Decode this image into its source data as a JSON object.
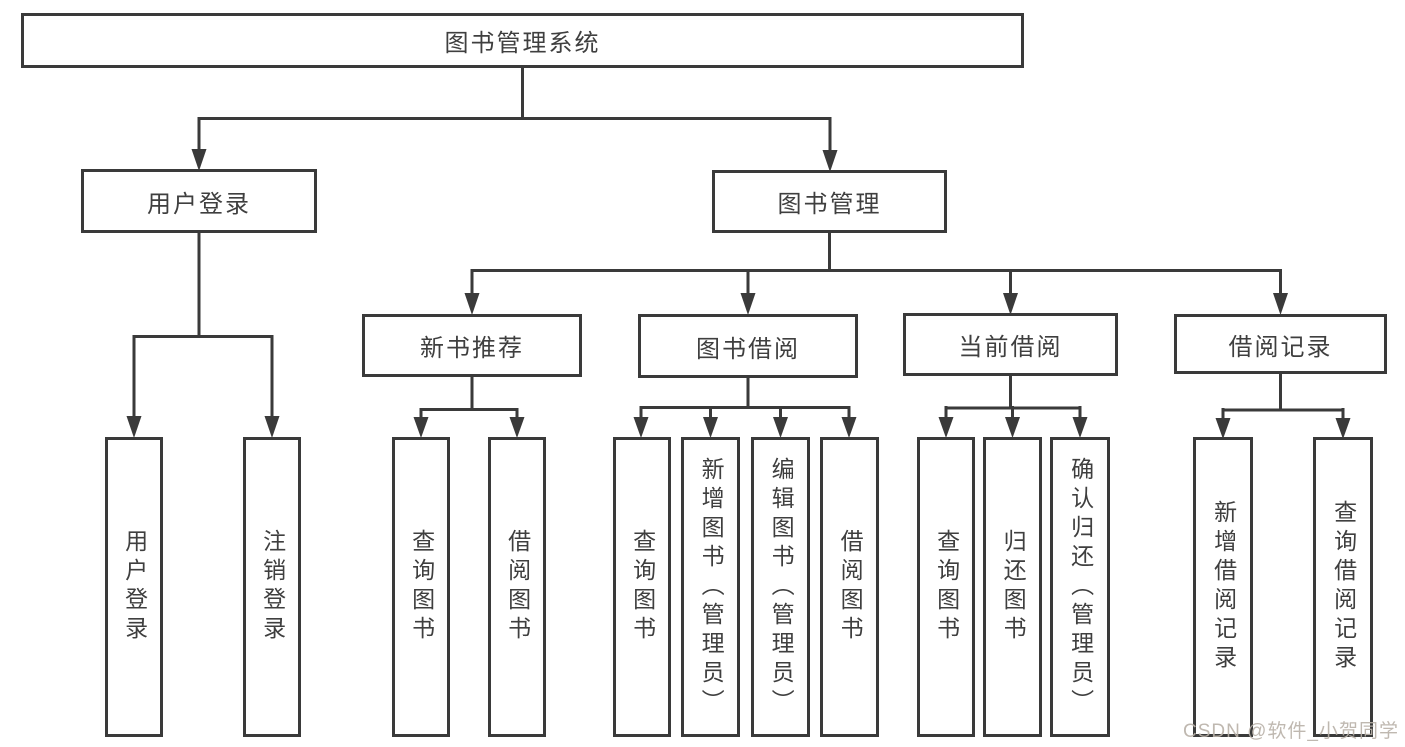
{
  "diagram": {
    "title": "图书管理系统",
    "root": {
      "label": "图书管理系统"
    },
    "level1": [
      {
        "label": "用户登录"
      },
      {
        "label": "图书管理"
      }
    ],
    "level2": [
      {
        "label": "新书推荐"
      },
      {
        "label": "图书借阅"
      },
      {
        "label": "当前借阅"
      },
      {
        "label": "借阅记录"
      }
    ],
    "leaves": {
      "user_login_group": [
        "用户登录",
        "注销登录"
      ],
      "new_book_group": [
        "查询图书",
        "借阅图书"
      ],
      "book_borrow_group": [
        "查询图书",
        "新增图书（管理员）",
        "编辑图书（管理员）",
        "借阅图书"
      ],
      "current_borrow_group": [
        "查询图书",
        "归还图书",
        "确认归还（管理员）"
      ],
      "records_group": [
        "新增借阅记录",
        "查询借阅记录"
      ]
    }
  },
  "watermark": {
    "text": "CSDN @软件_小贺同学"
  },
  "colors": {
    "line": "#3a3a3a",
    "text": "#3f3f3f",
    "background": "#ffffff",
    "watermark": "#b9b1a8"
  }
}
